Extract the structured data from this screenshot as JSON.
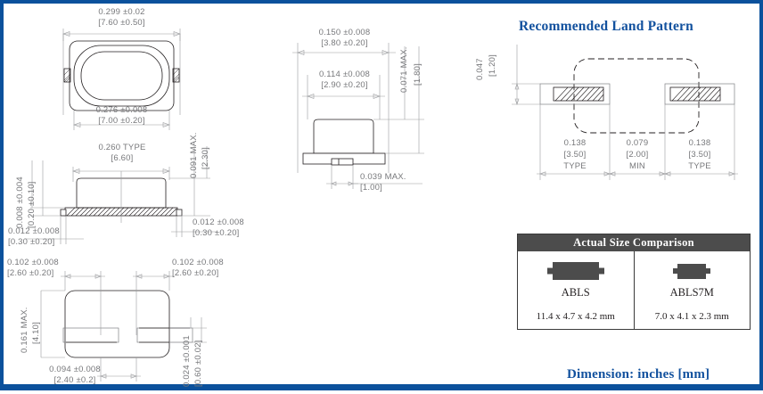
{
  "page": {
    "border_color": "#0b519c",
    "dim_text_color": "#77787b",
    "title_color": "#12519e"
  },
  "headings": {
    "land_pattern": "Recommended Land Pattern",
    "dimension_note": "Dimension: inches [mm]"
  },
  "top_view": {
    "width_outer_in": "0.299 ±0.02",
    "width_outer_mm": "[7.60 ±0.50]",
    "width_body_in": "0.276 ±0.008",
    "width_body_mm": "[7.00 ±0.20]"
  },
  "side_view_left": {
    "length_in": "0.260 TYPE",
    "length_mm": "[6.60]",
    "height_in": "0.091 MAX.",
    "height_mm": "[2.30]",
    "plate_in": "0.008 ±0.004",
    "plate_mm": "[0.20 ±0.10]",
    "lead_left_in": "0.012 ±0.008",
    "lead_left_mm": "[0.30 ±0.20]",
    "lead_right_in": "0.012 ±0.008",
    "lead_right_mm": "[0.30 ±0.20]"
  },
  "bottom_view": {
    "pad_left_in": "0.102 ±0.008",
    "pad_left_mm": "[2.60 ±0.20]",
    "pad_right_in": "0.102 ±0.008",
    "pad_right_mm": "[2.60 ±0.20]",
    "height_in": "0.161 MAX.",
    "height_mm": "[4.10]",
    "gap_in": "0.094 ±0.008",
    "gap_mm": "[2.40 ±0.2]",
    "pad_h_in": "0.024 ±0.001",
    "pad_h_mm": "[0.60 ±0.02]"
  },
  "end_view": {
    "width_outer_in": "0.150 ±0.008",
    "width_outer_mm": "[3.80 ±0.20]",
    "width_inner_in": "0.114 ±0.008",
    "width_inner_mm": "[2.90 ±0.20]",
    "height_in": "0.071 MAX.",
    "height_mm": "[1.80]",
    "base_in": "0.039 MAX.",
    "base_mm": "[1.00]"
  },
  "land_pattern": {
    "pad_height_in": "0.047",
    "pad_height_mm": "[1.20]",
    "left_width_in": "0.138",
    "left_width_mm": "[3.50]",
    "left_note": "TYPE",
    "mid_width_in": "0.079",
    "mid_width_mm": "[2.00]",
    "mid_note": "MIN",
    "right_width_in": "0.138",
    "right_width_mm": "[3.50]",
    "right_note": "TYPE"
  },
  "size_table": {
    "header": "Actual Size Comparison",
    "rows": [
      {
        "name": "ABLS",
        "size": "11.4 x 4.7 x 4.2 mm"
      },
      {
        "name": "ABLS7M",
        "size": "7.0 x 4.1 x 2.3 mm"
      }
    ]
  }
}
